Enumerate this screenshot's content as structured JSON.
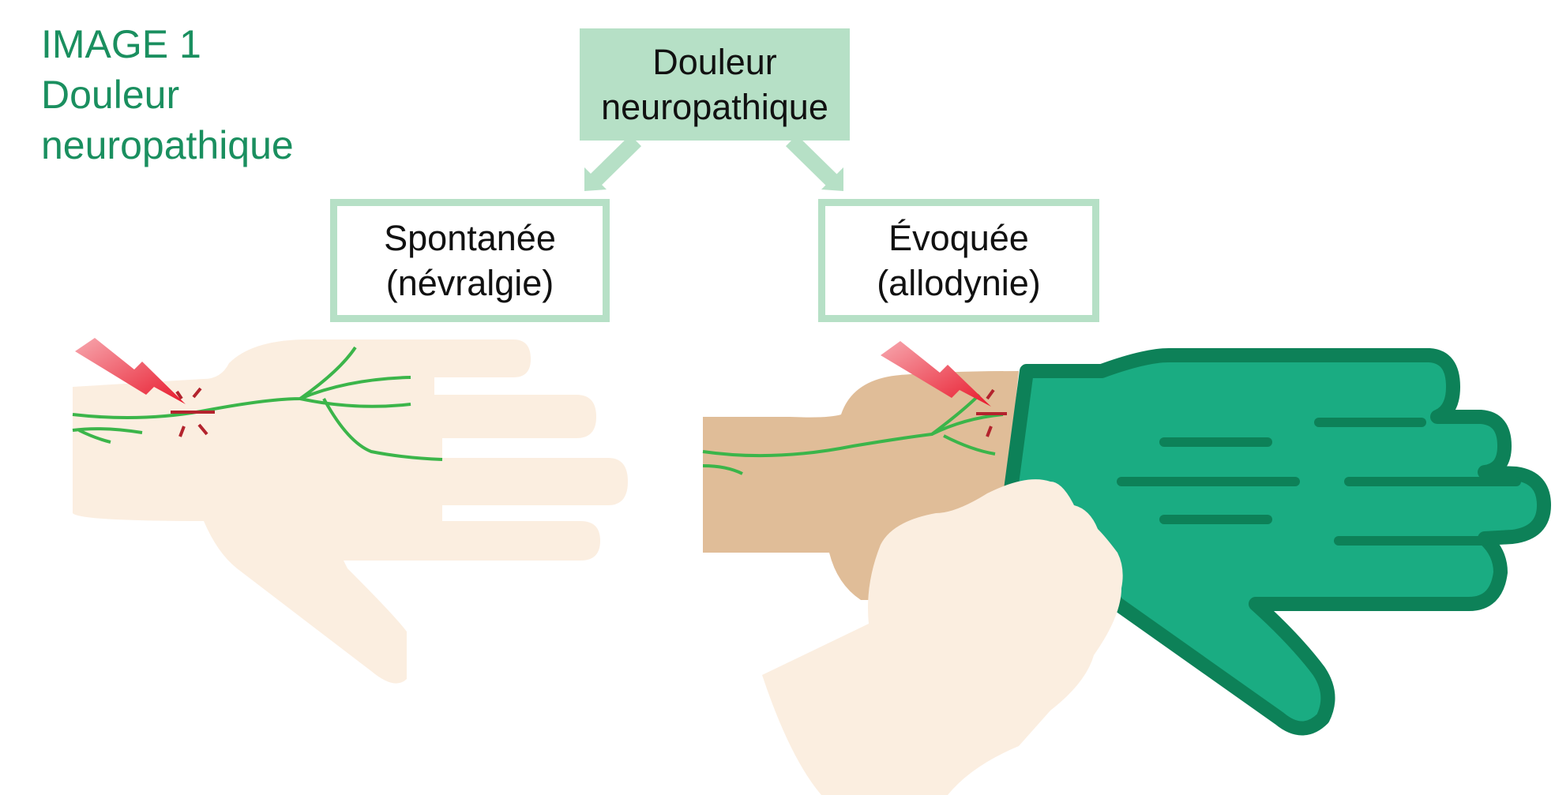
{
  "caption": {
    "line1": "IMAGE 1",
    "line2": "Douleur",
    "line3": "neuropathique"
  },
  "diagram": {
    "root": {
      "line1": "Douleur",
      "line2": "neuropathique"
    },
    "left": {
      "line1": "Spontanée",
      "line2": "(névralgie)"
    },
    "right": {
      "line1": "Évoquée",
      "line2": "(allodynie)"
    }
  },
  "colors": {
    "caption": "#1a8f5f",
    "box_fill": "#b6e0c6",
    "skin_light": "#fbeee0",
    "skin_dark": "#e0bd98",
    "nerve": "#3bb54a",
    "glove_fill": "#1aac82",
    "glove_outline": "#0d8158",
    "pain_red": "#e8192c"
  },
  "icons": [
    "hand-illustration",
    "pain-bolt-icon",
    "nerve-lines",
    "glove-hand-illustration"
  ]
}
